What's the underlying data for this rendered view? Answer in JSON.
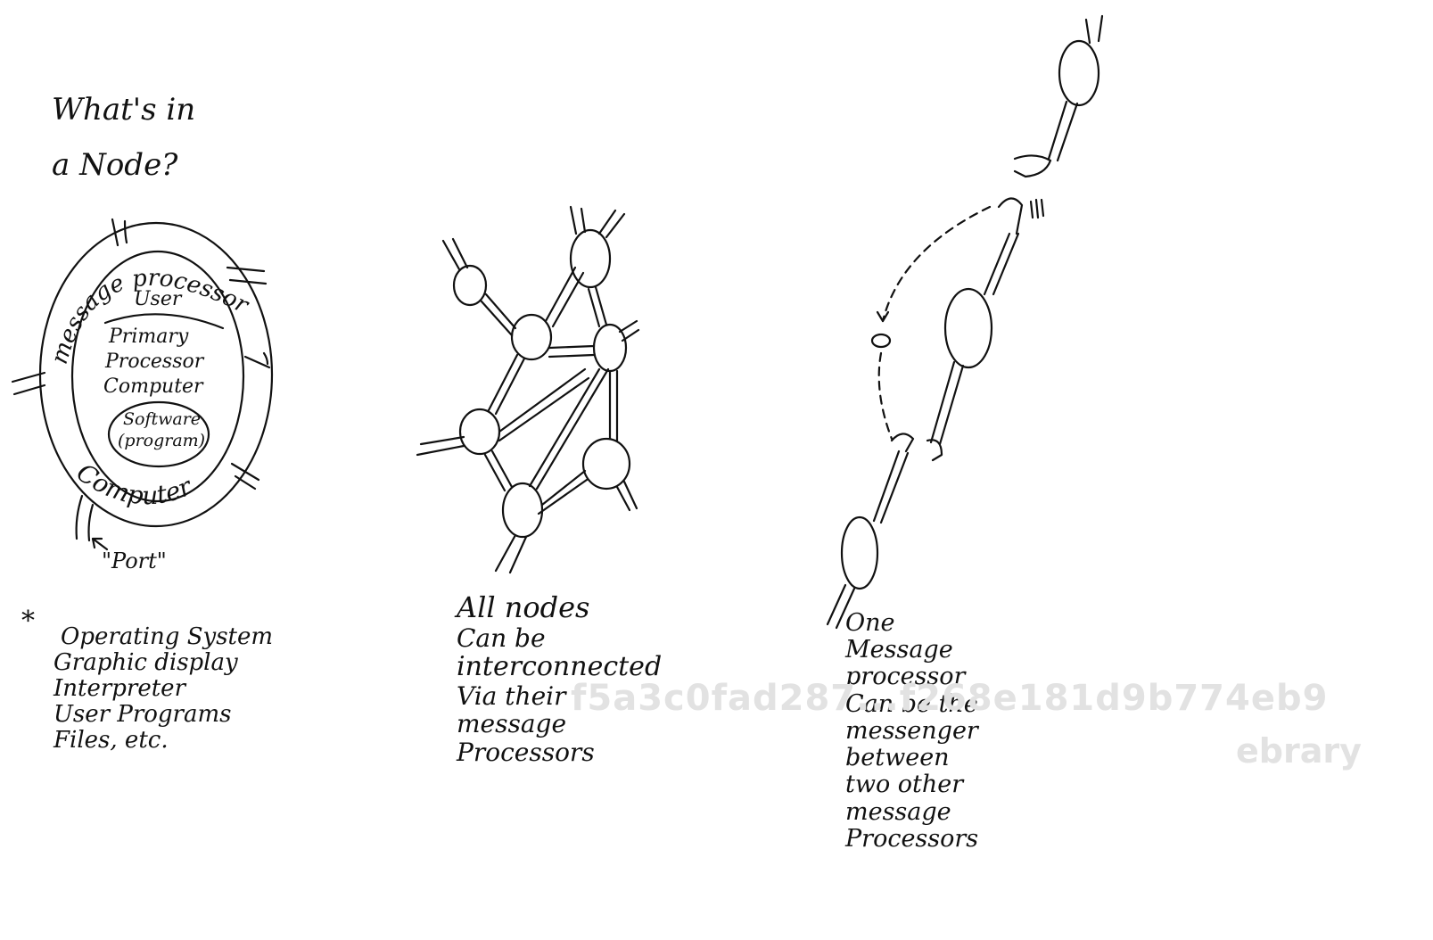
{
  "panel1": {
    "title_line1": "What's in",
    "title_line2": "a Node?",
    "ring_label_message_processor": "message processor",
    "label_user": "User",
    "label_primary": "Primary",
    "label_processor": "Processor",
    "label_computer_inner": "Computer",
    "label_software": "Software",
    "label_program": "(program)",
    "ring_label_computer": "Computer",
    "port_label": "\"Port\"",
    "asterisk": "*",
    "list": [
      "Operating System",
      "Graphic display",
      "Interpreter",
      "User Programs",
      "Files, etc."
    ]
  },
  "panel2": {
    "caption": [
      "All nodes",
      "Can be",
      "interconnected",
      "Via their",
      "message",
      "Processors"
    ]
  },
  "panel3": {
    "caption": [
      "One",
      "Message",
      "processor",
      "Can be the",
      "messenger",
      "between",
      "two other",
      "message",
      "Processors"
    ]
  },
  "watermark": {
    "hash": "f5a3c0fad287...f268e181d9b774eb9",
    "brand": "ebrary"
  },
  "colors": {
    "ink": "#111111",
    "watermark": "#e2e2e2",
    "background": "#ffffff"
  }
}
